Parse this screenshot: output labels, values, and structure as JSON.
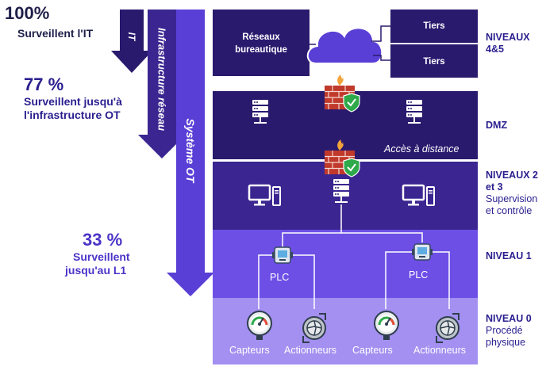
{
  "stats": [
    {
      "percent": "100%",
      "caption": "Surveillent l'IT"
    },
    {
      "percent": "77 %",
      "caption_line1": "Surveillent jusqu'à",
      "caption_line2": "l'infrastructure OT"
    },
    {
      "percent": "33 %",
      "caption_line1": "Surveillent",
      "caption_line2": "jusqu'au L1"
    }
  ],
  "arrows": {
    "it": "IT",
    "infra": "Infrastructure réseau",
    "ot": "Système OT"
  },
  "top_boxes": {
    "office_networks_line1": "Réseaux",
    "office_networks_line2": "bureautique",
    "third_party_1": "Tiers",
    "third_party_2": "Tiers"
  },
  "dmz": {
    "remote_access": "Accès à distance"
  },
  "plc_labels": [
    "PLC",
    "PLC"
  ],
  "device_labels": [
    "Capteurs",
    "Actionneurs",
    "Capteurs",
    "Actionneurs"
  ],
  "levels": {
    "l45_line1": "NIVEAUX",
    "l45_line2": "4&5",
    "dmz": "DMZ",
    "l23_line1": "NIVEAUX 2",
    "l23_line2": "et 3",
    "l23_sub1": "Supervision",
    "l23_sub2": "et contrôle",
    "l1": "NIVEAU 1",
    "l0": "NIVEAU 0",
    "l0_sub1": "Procédé",
    "l0_sub2": "physique"
  },
  "colors": {
    "navy": "#2a1a6e",
    "arrow_dark": "#3b2691",
    "arrow_mid": "#4b34b8",
    "arrow_light": "#6a4be0",
    "level1": "#6d4fe6",
    "level0": "#a390f0",
    "firewall": "#c0392b",
    "shield": "#2eaa4a"
  }
}
